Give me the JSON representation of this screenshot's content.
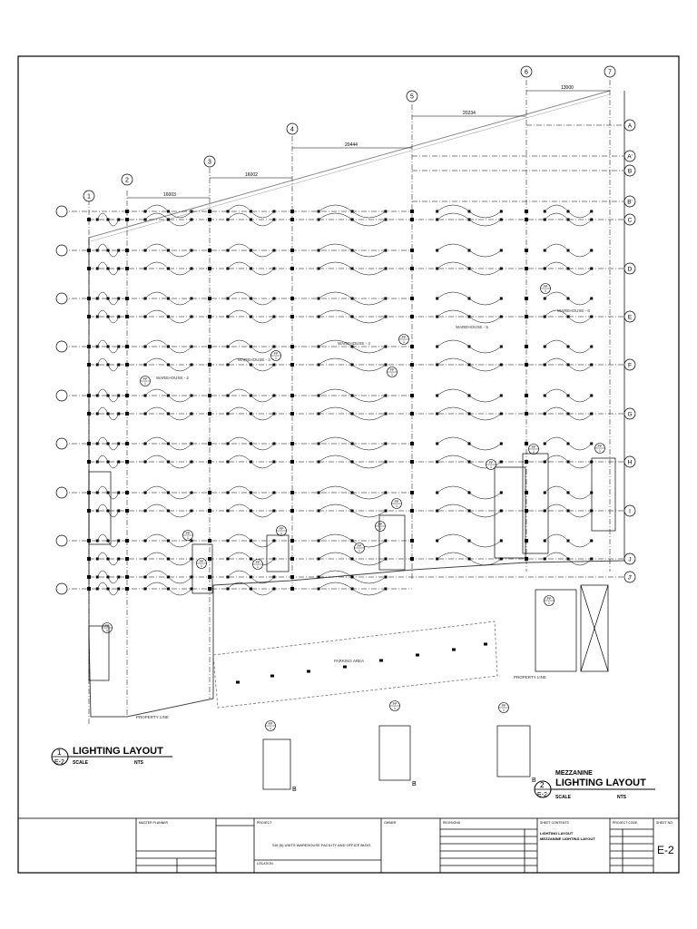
{
  "grid": {
    "columns": [
      "1",
      "2",
      "3",
      "4",
      "5",
      "6",
      "7"
    ],
    "rows": [
      "A",
      "A'",
      "B",
      "B'",
      "C",
      "D",
      "E",
      "F",
      "G",
      "H",
      "I",
      "J",
      "J'"
    ],
    "dimensions": [
      "16003",
      "16002",
      "20444",
      "20234",
      "13000"
    ]
  },
  "areas": {
    "warehouse_2": "WAREHOUSE - 2",
    "warehouse_3": "WAREHOUSE - 3",
    "warehouse_4": "WAREHOUSE - 4",
    "warehouse_5": "WAREHOUSE - 5",
    "warehouse_6": "WAREHOUSE - 6",
    "parking": "PARKING AREA",
    "property_line": "PROPERTY LINE"
  },
  "tag": {
    "top": "PP",
    "bottom": "1"
  },
  "views": {
    "main": {
      "number": "1",
      "sheet": "E-2",
      "title": "LIGHTING LAYOUT",
      "scale_label": "SCALE",
      "scale": "NTS"
    },
    "mezz": {
      "number": "2",
      "sheet": "E-2",
      "subtitle": "MEZZANINE",
      "title": "LIGHTING LAYOUT",
      "scale_label": "SCALE",
      "scale": "NTS"
    },
    "mezz_section_b": "B"
  },
  "title_block": {
    "master_planner": "MASTER PLANNER",
    "project_label": "PROJECT",
    "project_name": "SIX (6) UNITS WAREHOUSE FACILITY AND OFFICE BLDG.",
    "location_label": "LOCATION",
    "owner_label": "OWNER",
    "revisions_label": "REVISIONS",
    "sheet_contents_label": "SHEET CONTENTS",
    "sheet_contents_1": "LIGHTING LAYOUT",
    "sheet_contents_2": "MEZZANINE LIGHTING LAYOUT",
    "project_code_label": "PROJECT CODE",
    "sheet_no_label": "SHEET NO.",
    "sheet_no": "E-2"
  }
}
